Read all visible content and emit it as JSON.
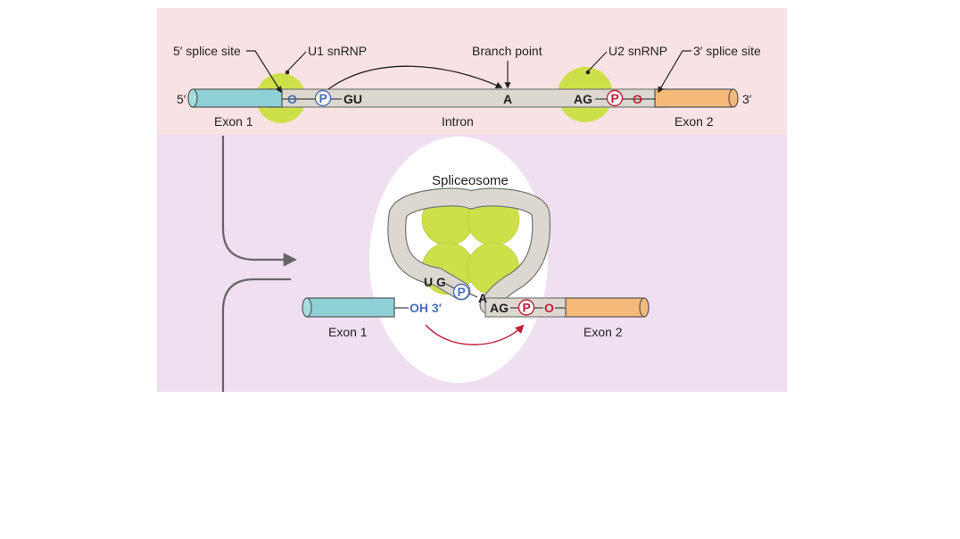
{
  "top_panel": {
    "five_prime_end": "5′",
    "three_prime_end": "3′",
    "splice_site_5": "5′ splice site",
    "splice_site_3": "3′ splice site",
    "u1": "U1 snRNP",
    "u2": "U2 snRNP",
    "branch_point": "Branch point",
    "exon1": "Exon 1",
    "intron": "Intron",
    "exon2": "Exon 2",
    "o_left": "O",
    "p_left": "P",
    "gu": "GU",
    "a": "A",
    "ag": "AG",
    "p_right": "P",
    "o_right": "O"
  },
  "bottom_panel": {
    "spliceosome": "Spliceosome",
    "u": "U",
    "g": "G",
    "p": "P",
    "a": "A",
    "ag": "AG",
    "p_red": "P",
    "o_red": "O",
    "oh": "OH 3′",
    "exon1": "Exon 1",
    "exon2": "Exon 2"
  },
  "colors": {
    "top_bg": "#f9e2e3",
    "bottom_bg": "#efdff0",
    "exon1": "#8fd0d6",
    "exon2": "#f5b97a",
    "intron": "#dcd8cf",
    "snrnp": "#cde04a",
    "blue": "#4a6db5",
    "red": "#c21f3a"
  }
}
